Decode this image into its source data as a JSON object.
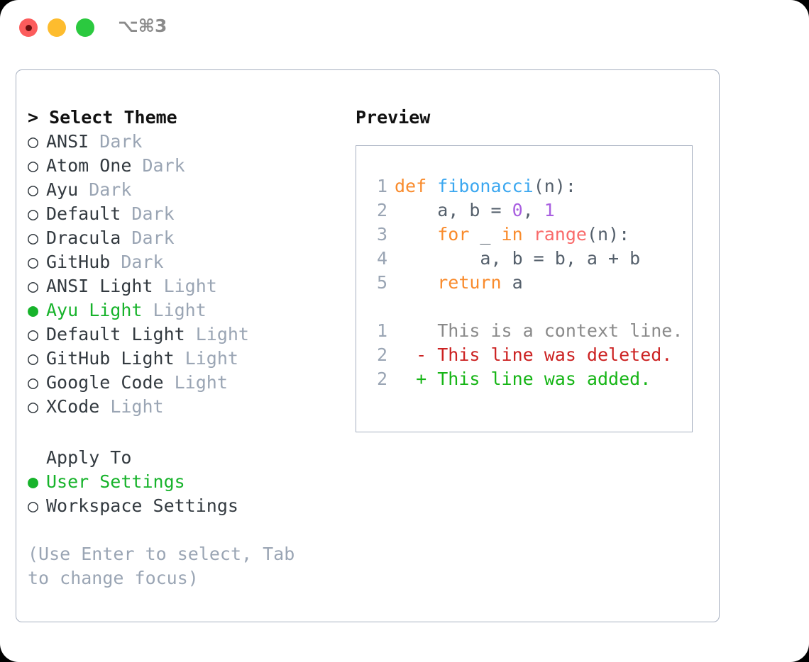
{
  "titlebar": {
    "shortcut": "⌥⌘3",
    "buttons": [
      "close",
      "minimize",
      "maximize"
    ]
  },
  "theme_list": {
    "header": "> Select Theme",
    "items": [
      {
        "marker": "○",
        "name": "ANSI",
        "variant": "Dark",
        "selected": false
      },
      {
        "marker": "○",
        "name": "Atom One",
        "variant": "Dark",
        "selected": false
      },
      {
        "marker": "○",
        "name": "Ayu",
        "variant": "Dark",
        "selected": false
      },
      {
        "marker": "○",
        "name": "Default",
        "variant": "Dark",
        "selected": false
      },
      {
        "marker": "○",
        "name": "Dracula",
        "variant": "Dark",
        "selected": false
      },
      {
        "marker": "○",
        "name": "GitHub",
        "variant": "Dark",
        "selected": false
      },
      {
        "marker": "○",
        "name": "ANSI Light",
        "variant": "Light",
        "selected": false
      },
      {
        "marker": "●",
        "name": "Ayu Light",
        "variant": "Light",
        "selected": true
      },
      {
        "marker": "○",
        "name": "Default Light",
        "variant": "Light",
        "selected": false
      },
      {
        "marker": "○",
        "name": "GitHub Light",
        "variant": "Light",
        "selected": false
      },
      {
        "marker": "○",
        "name": "Google Code",
        "variant": "Light",
        "selected": false
      },
      {
        "marker": "○",
        "name": "XCode",
        "variant": "Light",
        "selected": false
      }
    ]
  },
  "apply_to": {
    "header": "Apply To",
    "items": [
      {
        "marker": "●",
        "name": "User Settings",
        "selected": true
      },
      {
        "marker": "○",
        "name": "Workspace Settings",
        "selected": false
      }
    ]
  },
  "hint": "(Use Enter to select, Tab to change focus)",
  "preview": {
    "title": "Preview",
    "code_lines": [
      {
        "no": "1",
        "tokens": [
          {
            "t": "def ",
            "c": "kw"
          },
          {
            "t": "fibonacci",
            "c": "fn"
          },
          {
            "t": "(n):",
            "c": "pl"
          }
        ]
      },
      {
        "no": "2",
        "tokens": [
          {
            "t": "    a, b = ",
            "c": "pl"
          },
          {
            "t": "0",
            "c": "num"
          },
          {
            "t": ", ",
            "c": "pl"
          },
          {
            "t": "1",
            "c": "num"
          }
        ]
      },
      {
        "no": "3",
        "tokens": [
          {
            "t": "    ",
            "c": "pl"
          },
          {
            "t": "for",
            "c": "kw"
          },
          {
            "t": " _ ",
            "c": "pl"
          },
          {
            "t": "in",
            "c": "kw"
          },
          {
            "t": " ",
            "c": "pl"
          },
          {
            "t": "range",
            "c": "bi"
          },
          {
            "t": "(n):",
            "c": "pl"
          }
        ]
      },
      {
        "no": "4",
        "tokens": [
          {
            "t": "        a, b = b, a + b",
            "c": "pl"
          }
        ]
      },
      {
        "no": "5",
        "tokens": [
          {
            "t": "    ",
            "c": "pl"
          },
          {
            "t": "return",
            "c": "kw"
          },
          {
            "t": " a",
            "c": "pl"
          }
        ]
      }
    ],
    "diff_lines": [
      {
        "no": "1",
        "sign": " ",
        "text": "This is a context line.",
        "kind": "context"
      },
      {
        "no": "2",
        "sign": "-",
        "text": "This line was deleted.",
        "kind": "deleted"
      },
      {
        "no": "2",
        "sign": "+",
        "text": "This line was added.",
        "kind": "added"
      }
    ]
  },
  "colors": {
    "accent_green": "#17b32b",
    "muted": "#9aa5b4",
    "border": "#a7b0c0",
    "keyword": "#f98b2c",
    "function": "#3ba7f0",
    "builtin": "#f96a6a",
    "number": "#a95fe0",
    "diff_deleted": "#cc2222",
    "diff_added": "#16b516"
  }
}
